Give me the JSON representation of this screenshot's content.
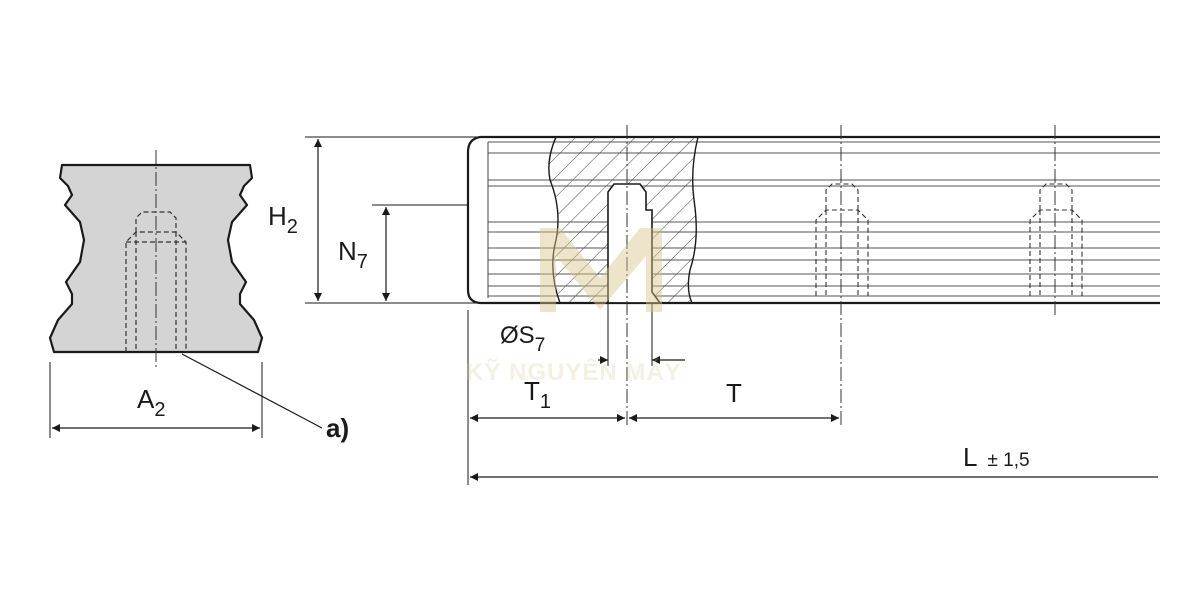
{
  "labels": {
    "a2": "A",
    "a2_sub": "2",
    "a_note": "a)",
    "h2": "H",
    "h2_sub": "2",
    "n7": "N",
    "n7_sub": "7",
    "s7": "ØS",
    "s7_sub": "7",
    "t1": "T",
    "t1_sub": "1",
    "t": "T",
    "l": "L",
    "l_tol": "± 1,5"
  },
  "watermark": {
    "text": "KỸ NGUYÊN MÁY"
  },
  "colors": {
    "line": "#1a1a1a",
    "fill": "#d4d4d4",
    "centerline": "#333333",
    "watermark": "#d8c48a"
  }
}
